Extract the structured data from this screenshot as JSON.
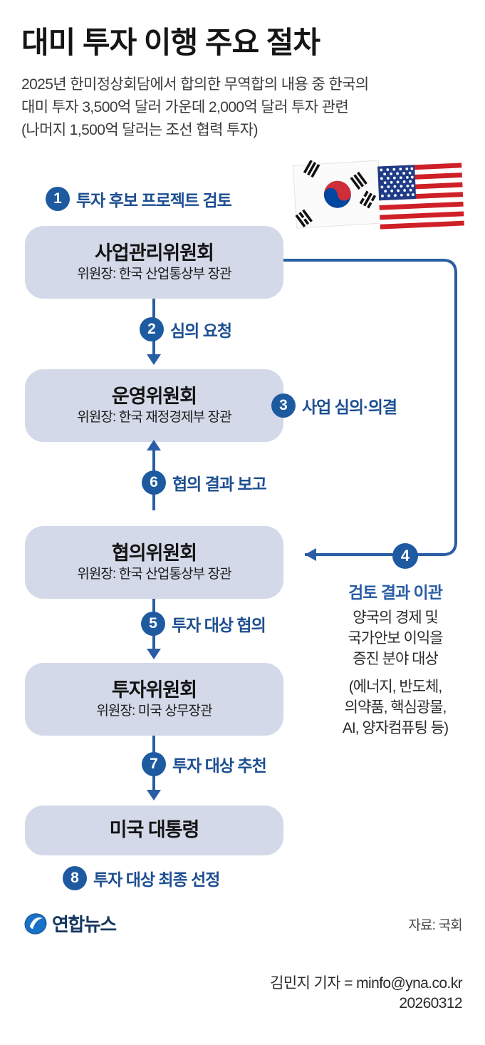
{
  "header": {
    "title": "대미 투자 이행 주요 절차",
    "subtitle_lines": [
      "2025년 한미정상회담에서 합의한 무역합의 내용 중 한국의",
      "대미 투자 3,500억 달러 가운데 2,000억 달러 투자 관련",
      "(나머지 1,500억 달러는 조선 협력 투자)"
    ]
  },
  "flags": {
    "korea_label": "korea-flag",
    "usa_label": "usa-flag"
  },
  "steps": [
    {
      "number": "1",
      "label": "투자 후보 프로젝트 검토"
    },
    {
      "number": "2",
      "label": "심의 요청"
    },
    {
      "number": "3",
      "label": "사업 심의·의결"
    },
    {
      "number": "4",
      "label": ""
    },
    {
      "number": "5",
      "label": "투자 대상 협의"
    },
    {
      "number": "6",
      "label": "협의 결과 보고"
    },
    {
      "number": "7",
      "label": "투자 대상 추천"
    },
    {
      "number": "8",
      "label": "투자 대상 최종 선정"
    }
  ],
  "boxes": [
    {
      "title": "사업관리위원회",
      "sub": "위원장: 한국 산업통상부 장관"
    },
    {
      "title": "운영위원회",
      "sub": "위원장: 한국 재정경제부 장관"
    },
    {
      "title": "협의위원회",
      "sub": "위원장: 한국 산업통상부 장관"
    },
    {
      "title": "투자위원회",
      "sub": "위원장: 미국 상무장관"
    },
    {
      "title": "미국 대통령",
      "sub": ""
    }
  ],
  "note": {
    "title": "검토 결과 이관",
    "body_lines": [
      "양국의 경제 및",
      "국가안보 이익을",
      "증진 분야 대상"
    ],
    "body_lines2": [
      "(에너지, 반도체,",
      "의약품, 핵심광물,",
      "AI, 양자컴퓨팅 등)"
    ]
  },
  "footer": {
    "logo_text": "연합뉴스",
    "source": "자료: 국회",
    "credit_lines": [
      "김민지 기자 = minfo@yna.co.kr",
      "20260312"
    ]
  },
  "colors": {
    "box_fill": "#d3d9e8",
    "accent_blue": "#1e5aa0",
    "label_blue": "#1d4f91",
    "connector": "#2a5ea4",
    "title_black": "#151515"
  }
}
